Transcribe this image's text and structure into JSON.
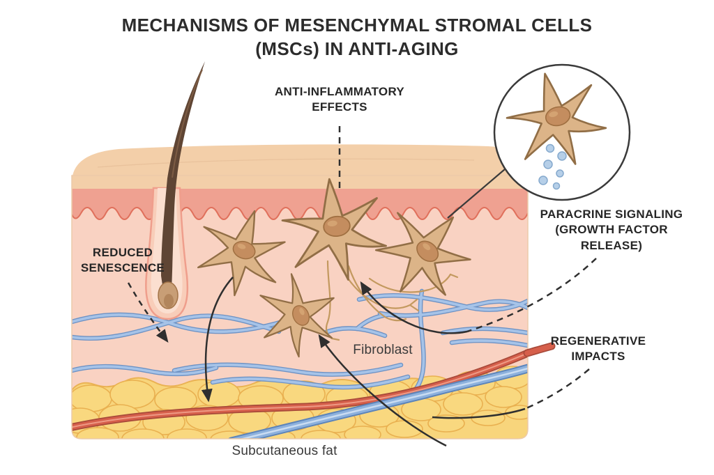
{
  "title": "MECHANISMS OF MESENCHYMAL STROMAL CELLS\n(MSCs) IN ANTI-AGING",
  "callouts": {
    "anti_inflammatory": "ANTI-INFLAMMATORY\nEFFECTS",
    "paracrine_signaling": "PARACRINE SIGNALING\n(GROWTH FACTOR\nRELEASE)",
    "reduced_senescence": "REDUCED\nSENESCENCE",
    "regenerative_impacts": "REGENERATIVE\nIMPACTS",
    "fibroblast": "Fibroblast",
    "subcutaneous_fat": "Subcutaneous fat"
  },
  "palette": {
    "background": "#ffffff",
    "title_text": "#2c2c2c",
    "label_text": "#262626",
    "skin_top_face": "#f3cfa9",
    "epidermis": "#efa191",
    "epidermis_edge": "#e0705c",
    "dermis": "#f9d2c2",
    "subcutaneous_fat": "#f8d57c",
    "fat_lobule_edge": "#e9b050",
    "vessel_blue": "#8db1dd",
    "vessel_blue_dark": "#5c84ba",
    "vessel_red": "#d65f4b",
    "vessel_red_dark": "#a84a3a",
    "msc_cell_body": "#dcb488",
    "msc_cell_outline": "#916e46",
    "msc_nucleus": "#c48d5f",
    "hair": "#5f4534",
    "annotation_line": "#2f2f2f",
    "secreted_factor_dot": "#b6cfe8"
  }
}
